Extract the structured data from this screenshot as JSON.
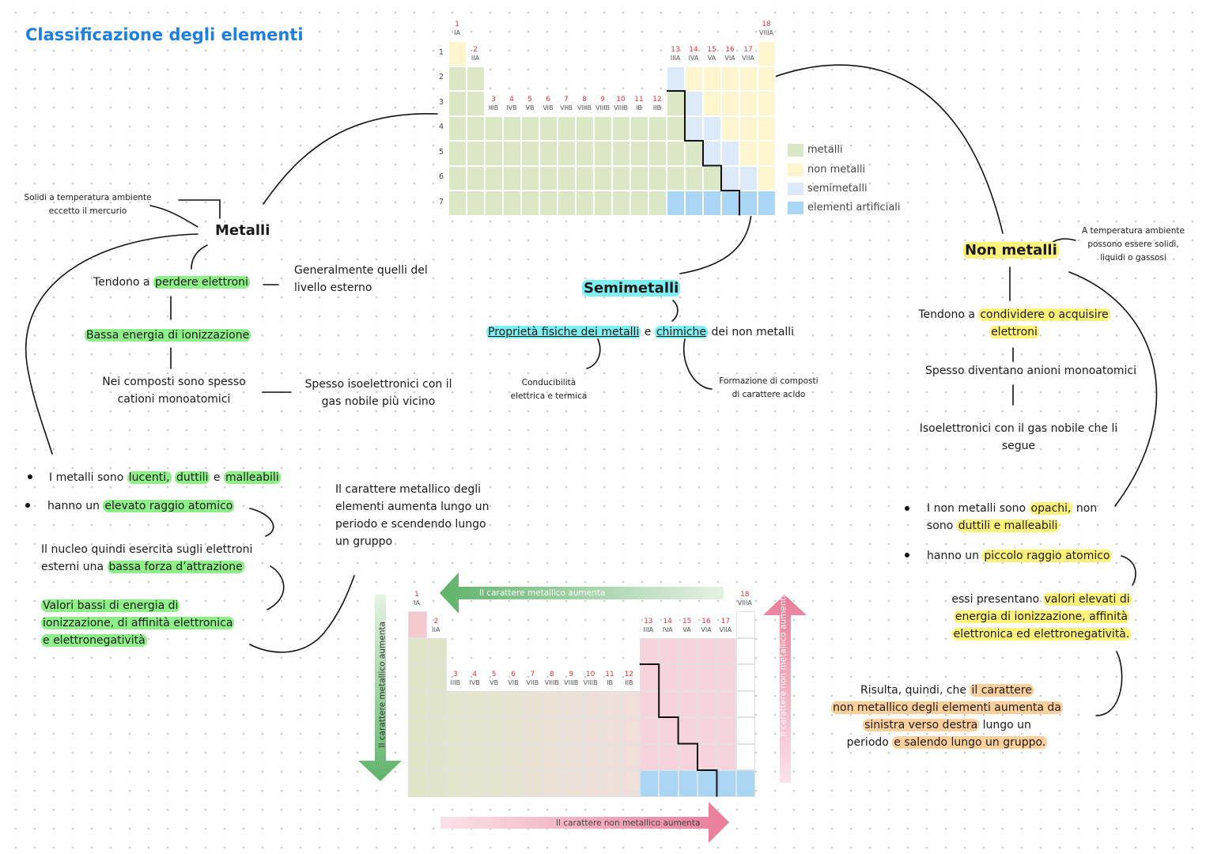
{
  "title": "Classificazione degli elementi",
  "top_table": {
    "group_numbers": [
      "1",
      "2",
      "3",
      "4",
      "5",
      "6",
      "7",
      "8",
      "9",
      "10",
      "11",
      "12",
      "13",
      "14",
      "15",
      "16",
      "17",
      "18"
    ],
    "group_roman": [
      "IA",
      "IIA",
      "IIIB",
      "IVB",
      "VB",
      "VIB",
      "VIIB",
      "VIIIB",
      "VIIIB",
      "VIIIB",
      "IB",
      "IIB",
      "IIIA",
      "IVA",
      "VA",
      "VIA",
      "VIIA",
      "VIIIA"
    ],
    "periods": [
      "1",
      "2",
      "3",
      "4",
      "5",
      "6",
      "7"
    ],
    "legend": [
      "metalli",
      "non metalli",
      "semimetalli",
      "elementi artificiali"
    ],
    "colors": {
      "metal": "#dce7c5",
      "nonmetal": "#fdf5cd",
      "semimetal": "#dce9f8",
      "artificial": "#a9d6f5"
    }
  },
  "metals": {
    "header": "Metalli",
    "solid_note": [
      "Solidi a temperatura ambiente",
      "eccetto il mercurio"
    ],
    "tend_prefix": "Tendono a ",
    "tend_highlight": "perdere elettroni",
    "outer_level": [
      "Generalmente quelli del",
      "livello esterno"
    ],
    "low_energy": "Bassa energia di ionizzazione",
    "compounds": [
      "Nei composti sono spesso",
      "cationi monoatomici"
    ],
    "isoelectronic": [
      "Spesso isoelettronici con il",
      "gas nobile più vicino"
    ],
    "bullet1": {
      "prefix": "I metalli sono ",
      "h1": "lucenti,",
      "h2": "duttili",
      "mid": " e ",
      "h3": "malleabili"
    },
    "bullet2": {
      "prefix": "hanno un ",
      "h": "elevato raggio atomico"
    },
    "nucleus": {
      "line1": "Il nucleo quindi esercita sugli elettroni",
      "prefix2": "esterni una ",
      "h": "bassa forza d’attrazione"
    },
    "low_values": [
      "Valori bassi di energia di",
      "ionizzazione, di affinità elettronica",
      "e elettronegatività"
    ],
    "metallic_character": [
      "Il carattere metallico degli",
      "elementi aumenta lungo un",
      "periodo e scendendo lungo",
      "un gruppo"
    ]
  },
  "semimetals": {
    "header": "Semimetalli",
    "props": {
      "p1": "Proprietà fisiche dei metalli",
      "mid": " e ",
      "p2": "chimiche",
      "end": " dei non metalli"
    },
    "conductivity": [
      "Conducibilità",
      "elettrica e termica"
    ],
    "acid": [
      "Formazione di composti",
      "di carattere acido"
    ]
  },
  "nonmetals": {
    "header": "Non metalli",
    "state_note": [
      "A temperatura ambiente",
      "possono essere solidi,",
      "liquidi o gassosi"
    ],
    "tend": {
      "prefix": "Tendono a ",
      "h1": "condividere o acquisire",
      "h2": "elettroni"
    },
    "anions": "Spesso diventano anioni monoatomici",
    "isoelectronic": [
      "Isoelettronici con il gas nobile che li",
      "segue"
    ],
    "bullet1": {
      "prefix": "I non metalli sono ",
      "h1": "opachi,",
      "mid": " non",
      "prefix2": "sono ",
      "h2": "duttili e malleabili"
    },
    "bullet2": {
      "prefix": "hanno un ",
      "h": "piccolo raggio atomico"
    },
    "high_values": [
      "essi presentano ",
      "valori elevati di",
      "energia di ionizzazione, affinità",
      "elettronica ed elettronegatività."
    ],
    "result": {
      "prefix": "Risulta, quindi, che ",
      "h1": "il carattere",
      "h2": "non metallico degli elementi aumenta da",
      "h3": "sinistra verso destra",
      "mid3": " lungo un",
      "prefix4": "periodo ",
      "h4": "e salendo lungo un gruppo."
    }
  },
  "bottom_table": {
    "arrow_top": "Il carattere metallico aumenta",
    "arrow_bottom": "Il carattere non metallico aumenta",
    "arrow_left": "Il carattere metallico aumenta",
    "arrow_right": "Il carattere non metallico aumenta",
    "group_numbers": [
      "1",
      "2",
      "3",
      "4",
      "5",
      "6",
      "7",
      "8",
      "9",
      "10",
      "11",
      "12",
      "13",
      "14",
      "15",
      "16",
      "17",
      "18"
    ],
    "group_roman": [
      "IA",
      "IIA",
      "IIIB",
      "IVB",
      "VB",
      "VIB",
      "VIIB",
      "VIIIB",
      "VIIIB",
      "VIIIB",
      "IB",
      "IIB",
      "IIIA",
      "IVA",
      "VA",
      "VIA",
      "VIIA",
      "VIIIA"
    ]
  }
}
